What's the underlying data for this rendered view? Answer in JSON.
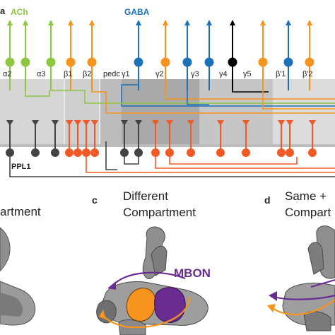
{
  "panel_a": {
    "panel_letter": "a",
    "legend": {
      "ach_label": "ACh",
      "gaba_label": "GABA"
    },
    "compartments": [
      "α2",
      "α3",
      "β1",
      "β2",
      "pedc",
      "γ1",
      "γ2",
      "γ3",
      "γ4",
      "γ5",
      "β'1",
      "β'2"
    ],
    "dan_cluster_label": "PPL1",
    "colors": {
      "ach": "#8dc63f",
      "gaba": "#1a73b8",
      "glut": "#f7941d",
      "black": "#000000",
      "dan_dark": "#444444",
      "dan_red": "#f15a24",
      "band": "#d0d0d0",
      "band_dark": "#a9a9a9"
    }
  },
  "panel_b": {
    "title_partial": "artment"
  },
  "panel_c": {
    "letter": "c",
    "title_line1": "Different",
    "title_line2": "Compartment",
    "mbon_label": "MBON"
  },
  "panel_d": {
    "letter": "d",
    "title_line1": "Same +",
    "title_line2": "Compart"
  },
  "model_colors": {
    "mbon": "#6a2c91",
    "dan": "#f7941d",
    "lobe": "#8c8c8c",
    "lobe_dark": "#5a5a5a"
  }
}
